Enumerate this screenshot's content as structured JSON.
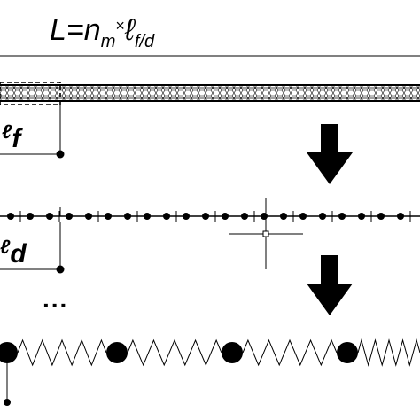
{
  "equation": {
    "lhs": "L",
    "eq": "=",
    "n": "n",
    "n_sub": "m",
    "times": "×",
    "ell": "ℓ",
    "ell_sub": "f/d"
  },
  "labels": {
    "fiber_ell": "ℓ",
    "fiber_sub": "f",
    "discrete_ell": "ℓ",
    "discrete_sub": "d",
    "ellipsis": "..."
  },
  "icons": [
    "down-arrow-icon",
    "crosshair-icon"
  ],
  "colors": {
    "stroke": "#000000",
    "background": "#ffffff"
  }
}
